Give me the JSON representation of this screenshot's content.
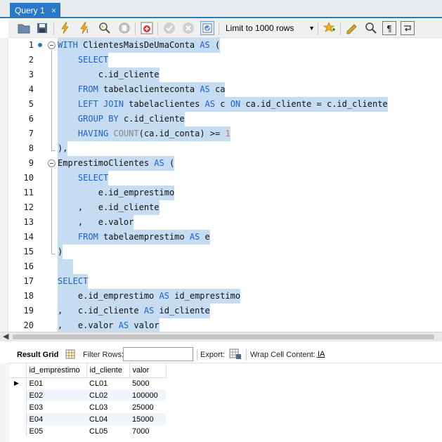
{
  "tab": {
    "title": "Query 1",
    "close": "×"
  },
  "toolbar": {
    "limit_label": "Limit to 1000 rows",
    "icons": [
      "open-folder-icon",
      "save-icon",
      "execute-icon",
      "execute-current-icon",
      "explain-icon",
      "stop-icon",
      "toggle-output-icon",
      "commit-icon",
      "rollback-icon",
      "autocommit-icon",
      "bookmark-icon",
      "beautify-icon",
      "find-icon",
      "invisible-chars-icon",
      "wrap-icon"
    ]
  },
  "editor": {
    "lines": [
      {
        "n": "1",
        "code": "WITH ClientesMaisDeUmaConta AS ("
      },
      {
        "n": "2",
        "code": "    SELECT"
      },
      {
        "n": "3",
        "code": "        c.id_cliente"
      },
      {
        "n": "4",
        "code": "    FROM tabelaclienteconta AS ca"
      },
      {
        "n": "5",
        "code": "    LEFT JOIN tabelaclientes AS c ON ca.id_cliente = c.id_cliente"
      },
      {
        "n": "6",
        "code": "    GROUP BY c.id_cliente"
      },
      {
        "n": "7",
        "code": "    HAVING COUNT(ca.id_conta) >= 1"
      },
      {
        "n": "8",
        "code": "),"
      },
      {
        "n": "9",
        "code": "EmprestimoClientes AS ("
      },
      {
        "n": "10",
        "code": "    SELECT"
      },
      {
        "n": "11",
        "code": "        e.id_emprestimo"
      },
      {
        "n": "12",
        "code": "    ,   e.id_cliente"
      },
      {
        "n": "13",
        "code": "    ,   e.valor"
      },
      {
        "n": "14",
        "code": "    FROM tabelaemprestimo AS e"
      },
      {
        "n": "15",
        "code": ")"
      },
      {
        "n": "16",
        "code": ""
      },
      {
        "n": "17",
        "code": "SELECT"
      },
      {
        "n": "18",
        "code": "    e.id_emprestimo AS id_emprestimo"
      },
      {
        "n": "19",
        "code": ",   c.id_cliente AS id_cliente"
      },
      {
        "n": "20",
        "code": ",   e.valor AS valor"
      }
    ]
  },
  "resultbar": {
    "result_grid": "Result Grid",
    "filter_rows": "Filter Rows:",
    "filter_value": "",
    "export": "Export:",
    "wrap_cell": "Wrap Cell Content:"
  },
  "grid": {
    "columns": [
      "id_emprestimo",
      "id_cliente",
      "valor"
    ],
    "rows": [
      [
        "E01",
        "CL01",
        "5000"
      ],
      [
        "E02",
        "CL02",
        "100000"
      ],
      [
        "E03",
        "CL03",
        "25000"
      ],
      [
        "E04",
        "CL04",
        "15000"
      ],
      [
        "E05",
        "CL05",
        "7000"
      ]
    ]
  },
  "colors": {
    "accent": "#2a78c7",
    "selection": "#c5dcf3",
    "keyword": "#1f5fd0",
    "number": "#d27b14"
  }
}
